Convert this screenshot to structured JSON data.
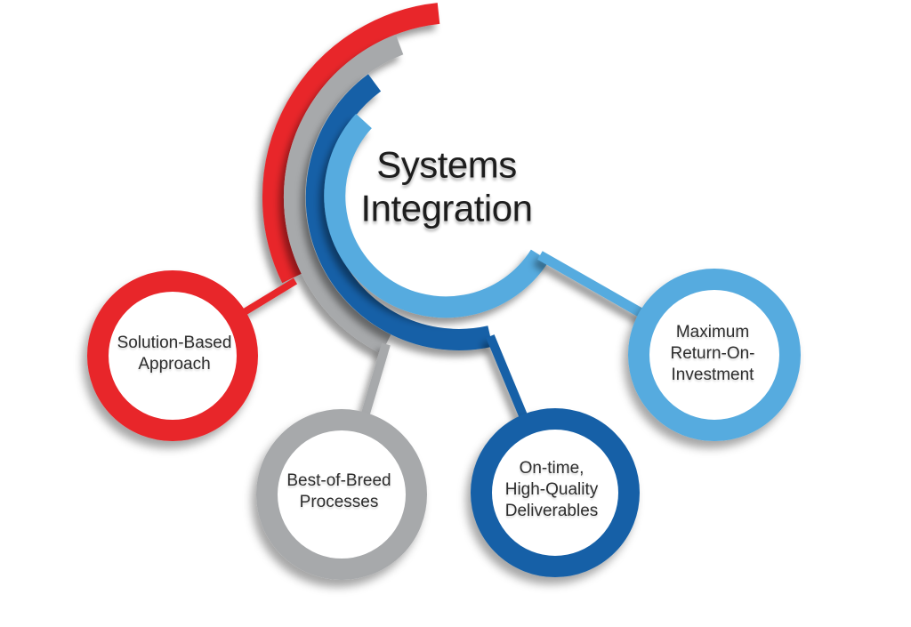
{
  "background": "#ffffff",
  "title": {
    "text": "Systems\nIntegration",
    "color": "#1d1d1d"
  },
  "nodes": [
    {
      "id": "solution-based-approach",
      "label": "Solution-Based\nApproach",
      "color": "#e8262b"
    },
    {
      "id": "best-of-breed-processes",
      "label": "Best-of-Breed\nProcesses",
      "color": "#a7a9ab"
    },
    {
      "id": "on-time-high-quality-deliverables",
      "label": "On-time,\nHigh-Quality\nDeliverables",
      "color": "#1560a7"
    },
    {
      "id": "maximum-return-on-investment",
      "label": "Maximum\nReturn-On-\nInvestment",
      "color": "#57abdf"
    }
  ]
}
